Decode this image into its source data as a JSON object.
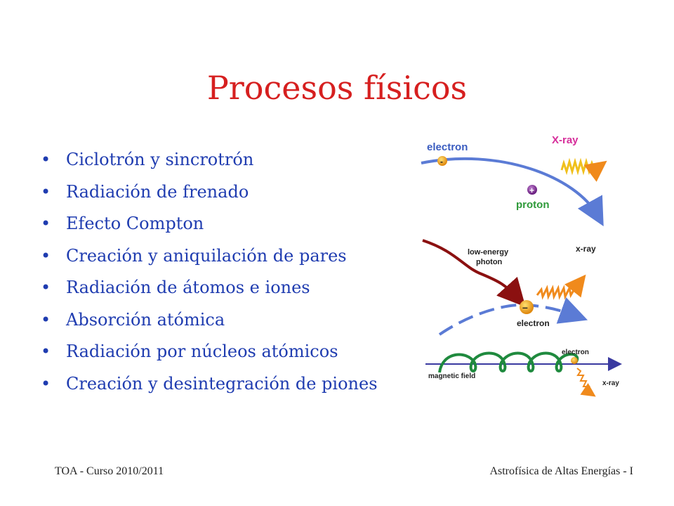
{
  "slide": {
    "title": "Procesos físicos",
    "bullets": [
      "Ciclotrón y sincrotrón",
      "Radiación de frenado",
      "Efecto Compton",
      "Creación y aniquilación de pares",
      "Radiación de átomos e iones",
      "Absorción atómica",
      "Radiación por núcleos atómicos",
      "Creación y desintegración de piones"
    ],
    "bullet_symbol": "•"
  },
  "diagram": {
    "panel1": {
      "electron_label": "electron",
      "xray_label": "X-ray",
      "proton_label": "proton",
      "electron_sign": "-",
      "proton_sign": "+"
    },
    "panel2": {
      "photon_label_1": "low-energy",
      "photon_label_2": "photon",
      "xray_label": "x-ray",
      "electron_label": "electron",
      "electron_sign": "–"
    },
    "panel3": {
      "field_label": "magnetic field",
      "electron_label": "electron",
      "xray_label": "x-ray"
    }
  },
  "colors": {
    "title": "#d61f1f",
    "text": "#1f3cb0",
    "electron_path": "#5b7bd5",
    "proton_label": "#2f9a3a",
    "xray_label": "#d62d9a",
    "photon": "#8b1010",
    "wave": "#f08a1c",
    "field_coil": "#1f8a3e",
    "field_line": "#3a3aa0"
  },
  "footer": {
    "left": "TOA - Curso 2010/2011",
    "right": "Astrofísica de Altas Energías - I"
  }
}
